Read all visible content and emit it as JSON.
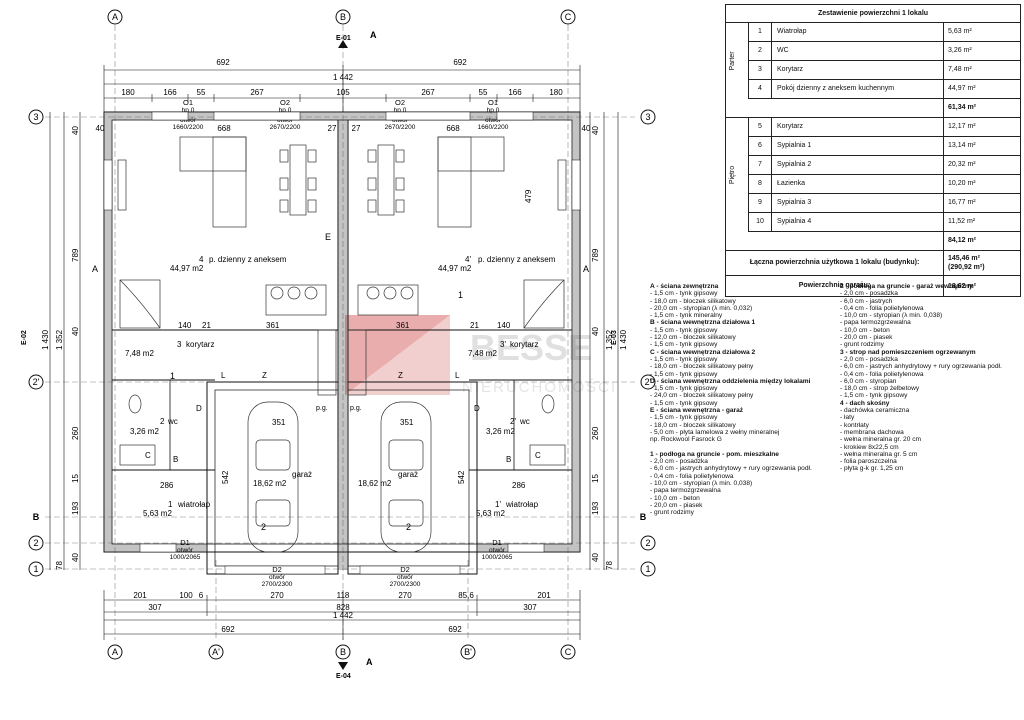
{
  "table": {
    "title": "Zestawienie powierzchni 1 lokalu",
    "sections": [
      {
        "label": "Parter",
        "rows": [
          {
            "n": "1",
            "name": "Wiatrołap",
            "area": "5,63 m²"
          },
          {
            "n": "2",
            "name": "WC",
            "area": "3,26 m²"
          },
          {
            "n": "3",
            "name": "Korytarz",
            "area": "7,48 m²"
          },
          {
            "n": "4",
            "name": "Pokój dzienny z aneksem kuchennym",
            "area": "44,97 m²"
          }
        ],
        "sum": "61,34 m²"
      },
      {
        "label": "Piętro",
        "rows": [
          {
            "n": "5",
            "name": "Korytarz",
            "area": "12,17 m²"
          },
          {
            "n": "6",
            "name": "Sypialnia 1",
            "area": "13,14 m²"
          },
          {
            "n": "7",
            "name": "Sypialnia 2",
            "area": "20,32 m²"
          },
          {
            "n": "8",
            "name": "Łazienka",
            "area": "10,20 m²"
          },
          {
            "n": "9",
            "name": "Sypialnia 3",
            "area": "16,77 m²"
          },
          {
            "n": "10",
            "name": "Sypialnia 4",
            "area": "11,52 m²"
          }
        ],
        "sum": "84,12 m²"
      }
    ],
    "total_label": "Łączna powierzchnia użytkowa 1 lokalu (budynku):",
    "total_value": "145,46 m²",
    "total_value2": "(290,92 m²)",
    "garage_label": "Powierzchnia garażu:",
    "garage_value": "18,62 m²"
  },
  "legend_left": [
    {
      "h": true,
      "t": "A - ściana zewnętrzna"
    },
    {
      "t": " - 1,5 cm - tynk gipsowy"
    },
    {
      "t": " - 18,0 cm - bloczek silikatowy"
    },
    {
      "t": " - 20,0 cm - styropian (λ min. 0,032)"
    },
    {
      "t": " - 1,5 cm - tynk mineralny"
    },
    {
      "h": true,
      "t": "B - ściana wewnętrzna działowa 1"
    },
    {
      "t": " - 1,5 cm - tynk gipsowy"
    },
    {
      "t": " - 12,0 cm - bloczek silikatowy"
    },
    {
      "t": " - 1,5 cm - tynk gipsowy"
    },
    {
      "h": true,
      "t": "C - ściana wewnętrzna działowa 2"
    },
    {
      "t": " - 1,5 cm - tynk gipsowy"
    },
    {
      "t": " - 18,0 cm - bloczek silikatowy pełny"
    },
    {
      "t": " - 1,5 cm - tynk gipsowy"
    },
    {
      "h": true,
      "t": "D - ściana wewnętrzna oddzielenia między lokalami"
    },
    {
      "t": " - 1,5 cm - tynk gipsowy"
    },
    {
      "t": " - 24,0 cm - bloczek silikatowy pełny"
    },
    {
      "t": " - 1,5 cm - tynk gipsowy"
    },
    {
      "h": true,
      "t": "E - ściana wewnętrzna - garaż"
    },
    {
      "t": " - 1,5 cm - tynk gipsowy"
    },
    {
      "t": " - 18,0 cm - bloczek silikatowy"
    },
    {
      "t": " - 5,0 cm - płyta lamelowa z wełny mineralnej"
    },
    {
      "t": "          np. Rockwool Fasrock G"
    },
    {
      "t": ""
    },
    {
      "h": true,
      "t": "1 - podłoga na gruncie - pom. mieszkalne"
    },
    {
      "t": " - 2,0 cm - posadzka"
    },
    {
      "t": " - 6,0 cm - jastrych anhydrytowy + rury ogrzewania podł."
    },
    {
      "t": " - 0,4 cm - folia polietylenowa"
    },
    {
      "t": " - 10,0 cm - styropian (λ min. 0,038)"
    },
    {
      "t": " - papa termozgrzewalna"
    },
    {
      "t": " - 10,0 cm - beton"
    },
    {
      "t": " - 20,0 cm - piasek"
    },
    {
      "t": " - grunt rodzimy"
    }
  ],
  "legend_right": [
    {
      "h": true,
      "t": "2 - podłoga na gruncie - garaż wewnętrzny"
    },
    {
      "t": " - 2,0 cm - posadzka"
    },
    {
      "t": " - 6,0 cm - jastrych"
    },
    {
      "t": " - 0,4 cm - folia polietylenowa"
    },
    {
      "t": " - 10,0 cm - styropian (λ min. 0,038)"
    },
    {
      "t": " - papa termozgrzewalna"
    },
    {
      "t": " - 10,0 cm - beton"
    },
    {
      "t": " - 20,0 cm - piasek"
    },
    {
      "t": " - grunt rodzimy"
    },
    {
      "h": true,
      "t": "3 - strop nad pomieszczeniem ogrzewanym"
    },
    {
      "t": " - 2,0 cm - posadzka"
    },
    {
      "t": " - 6,0 cm - jastrych anhydrytowy + rury ogrzewania podł."
    },
    {
      "t": " - 0,4 cm - folia polietylenowa"
    },
    {
      "t": " - 6,0 cm - styropian"
    },
    {
      "t": " - 18,0 cm - strop żelbetowy"
    },
    {
      "t": " - 1,5 cm - tynk gipsowy"
    },
    {
      "h": true,
      "t": "4 - dach skośny"
    },
    {
      "t": " - dachówka ceramiczna"
    },
    {
      "t": " - łaty"
    },
    {
      "t": " - kontrłaty"
    },
    {
      "t": " - membrana dachowa"
    },
    {
      "t": " - wełna mineralna gr. 20 cm"
    },
    {
      "t": " - krokiew 8x22,5 cm"
    },
    {
      "t": " - wełna mineralna gr. 5 cm"
    },
    {
      "t": " - folia paroszczelna"
    },
    {
      "t": " - płyta g-k gr. 1,25 cm"
    }
  ],
  "plan": {
    "axes_top": [
      "A",
      "B",
      "C"
    ],
    "axes_bottom": [
      "A",
      "A'",
      "B",
      "B'",
      "C"
    ],
    "axes_side": [
      "3",
      "2'",
      "B",
      "2",
      "1"
    ],
    "elev_top": "E-01",
    "elev_bottom": "E-04",
    "elev_left": "E-02",
    "elev_right": "E-03",
    "dim_top_half": "692",
    "dim_top_total": "1 442",
    "dim_top_parts": [
      "180",
      "166",
      "55",
      "267",
      "105",
      "267",
      "55",
      "166",
      "180"
    ],
    "win_left": [
      "O1",
      "hp 0",
      "otwór",
      "1660/2200"
    ],
    "win_mid_l": [
      "O2",
      "hp 0",
      "otwór",
      "2670/2200"
    ],
    "win_mid_r": [
      "O2",
      "hp 0",
      "otwór",
      "2670/2200"
    ],
    "win_right": [
      "O1",
      "hp 0",
      "otwór",
      "1660/2200"
    ],
    "inner_top": [
      "40",
      "668",
      "27",
      "27",
      "668",
      "40"
    ],
    "dim_bottom_parts": [
      "201",
      "100",
      "6",
      "270",
      "118",
      "270",
      "85,6",
      "201"
    ],
    "dim_bottom_mid": [
      "307",
      "828",
      "307"
    ],
    "dim_bottom_total": "1 442",
    "dim_bottom_half": "692",
    "dim_left_parts": [
      "40",
      "789",
      "40",
      "260",
      "15",
      "193",
      "40",
      "78"
    ],
    "dim_left_total": [
      "1 352",
      "1 430"
    ],
    "dim_right_parts": [
      "40",
      "789",
      "40",
      "260",
      "15",
      "193",
      "40",
      "78"
    ],
    "dim_right_total": [
      "1 352",
      "1 430"
    ],
    "living_l": [
      "4",
      "p. dzienny z aneksem",
      "44,97 m2"
    ],
    "living_r": [
      "4'",
      "p. dzienny z aneksem",
      "44,97 m2"
    ],
    "corr_l": [
      "3",
      "korytarz",
      "7,48 m2"
    ],
    "corr_r": [
      "3'",
      "korytarz",
      "7,48 m2"
    ],
    "wc_l": [
      "2",
      "wc",
      "3,26 m2"
    ],
    "wc_r": [
      "2'",
      "wc",
      "3,26 m2"
    ],
    "hall_l": [
      "1",
      "wiatrołap",
      "5,63 m2"
    ],
    "hall_r": [
      "1'",
      "wiatrołap",
      "5,63 m2"
    ],
    "garage_l": [
      "garaż",
      "18,62 m2"
    ],
    "garage_r": [
      "garaż",
      "18,62 m2"
    ],
    "door_l": [
      "D1",
      "otwór",
      "1000/2065"
    ],
    "door_r": [
      "D1",
      "otwór",
      "1000/2065"
    ],
    "gdoor_l": [
      "D2",
      "otwór",
      "2700/2300"
    ],
    "gdoor_r": [
      "D2",
      "otwór",
      "2700/2300"
    ],
    "misc": [
      "479",
      "351",
      "351",
      "542",
      "542",
      "286",
      "286",
      "140",
      "21",
      "361",
      "361",
      "140",
      "21",
      "1",
      "2",
      "2",
      "1",
      "E",
      "D",
      "D",
      "p.g.",
      "p.g.",
      "L",
      "Z",
      "L",
      "Z",
      "C",
      "C",
      "B",
      "B",
      "A",
      "A",
      "A",
      "A"
    ],
    "watermark": "BESSE",
    "watermark2": "NIERUCHOMOŚCI"
  }
}
